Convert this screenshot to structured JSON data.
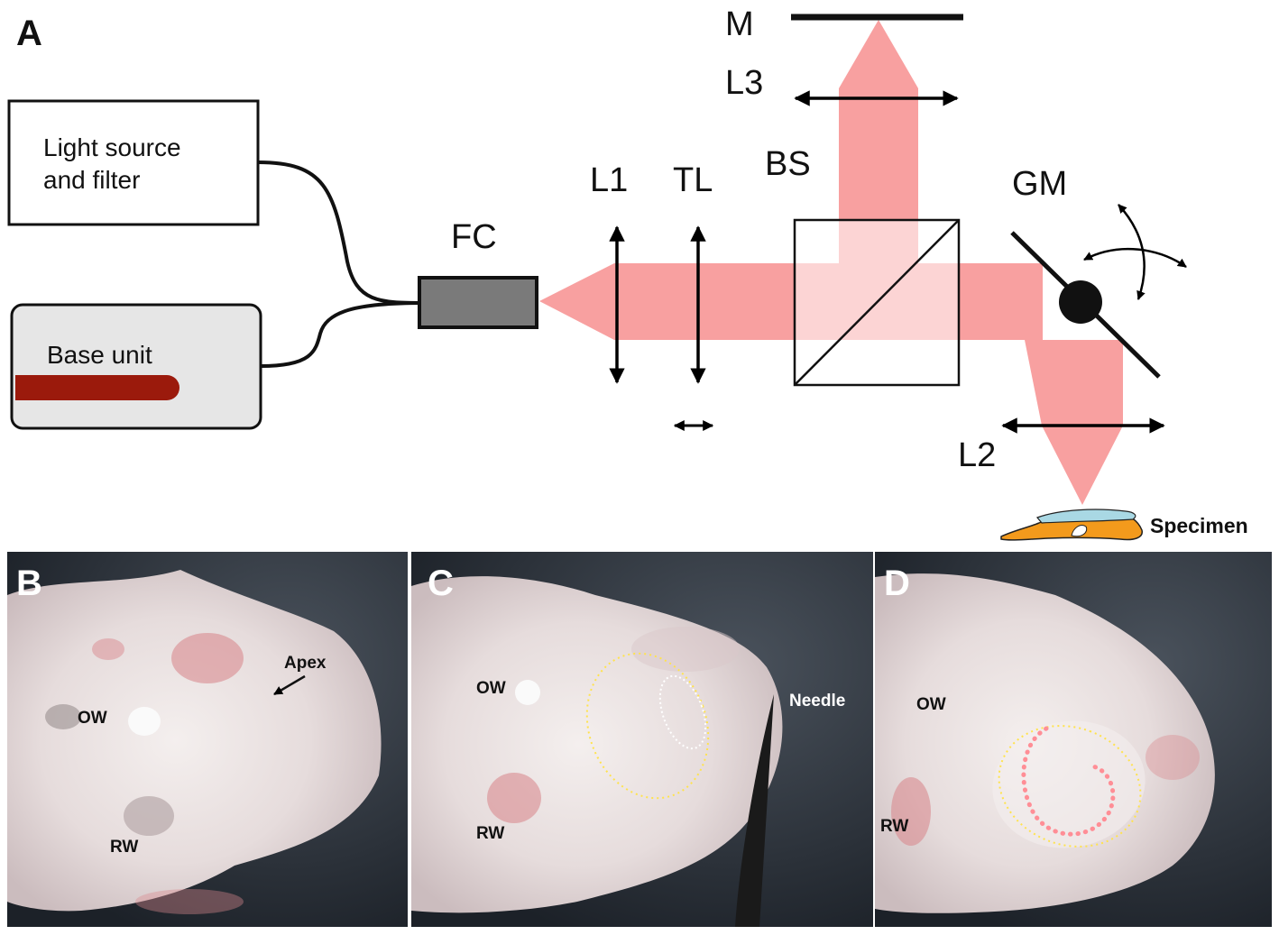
{
  "panels": {
    "a": "A",
    "b": "B",
    "c": "C",
    "d": "D"
  },
  "setup": {
    "light_source": [
      "Light source",
      "and filter"
    ],
    "base_unit": "Base unit",
    "labels": {
      "fc": "FC",
      "l1": "L1",
      "tl": "TL",
      "bs": "BS",
      "m": "M",
      "l3": "L3",
      "gm": "GM",
      "l2": "L2",
      "specimen": "Specimen"
    },
    "colors": {
      "beam": "#f8a0a0",
      "fc_body": "#7a7a7a",
      "base_unit_fill": "#e6e6e6",
      "base_unit_bar": "#9b1a0c",
      "specimen_bone": "#f39a1c",
      "specimen_membrane": "#a9d8e4"
    }
  },
  "photos": {
    "b": {
      "ow": "OW",
      "rw": "RW",
      "apex": "Apex"
    },
    "c": {
      "ow": "OW",
      "rw": "RW",
      "needle": "Needle"
    },
    "d": {
      "ow": "OW",
      "rw": "RW"
    }
  }
}
